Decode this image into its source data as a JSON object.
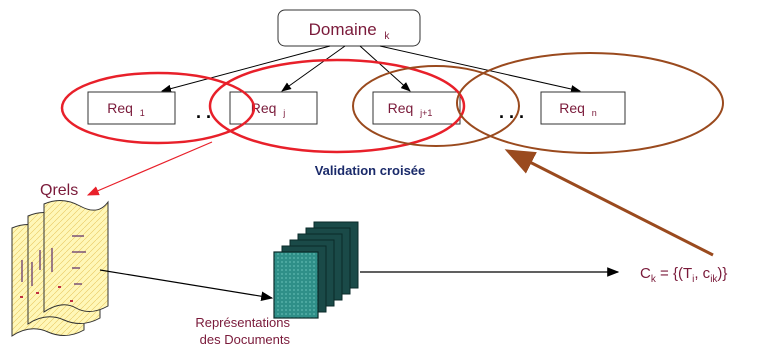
{
  "domain_box": {
    "label": "Domaine",
    "sub": "k"
  },
  "requests": [
    {
      "label": "Req",
      "sub": "1"
    },
    {
      "label": "Req",
      "sub": "j"
    },
    {
      "label": "Req",
      "sub": "j+1"
    },
    {
      "label": "Req",
      "sub": "n"
    }
  ],
  "ellipsis_left": ". .",
  "ellipsis_right": ". . .",
  "validation_label": "Validation croisée",
  "qrels_label": "Qrels",
  "representations_label_line1": "Représentations",
  "representations_label_line2": "des Documents",
  "result": {
    "prefix": "C",
    "prefix_sub": "k",
    "middle": " = {(T",
    "t_sub": "i",
    "mid2": ", c",
    "c_sub": "ik",
    "suffix": ")}"
  },
  "colors": {
    "red": "#e8202a",
    "brown": "#9a4a1e",
    "navy": "#1a2a6a",
    "box_text": "#7a1a3a",
    "stack_teal": "#2f7f7a"
  }
}
